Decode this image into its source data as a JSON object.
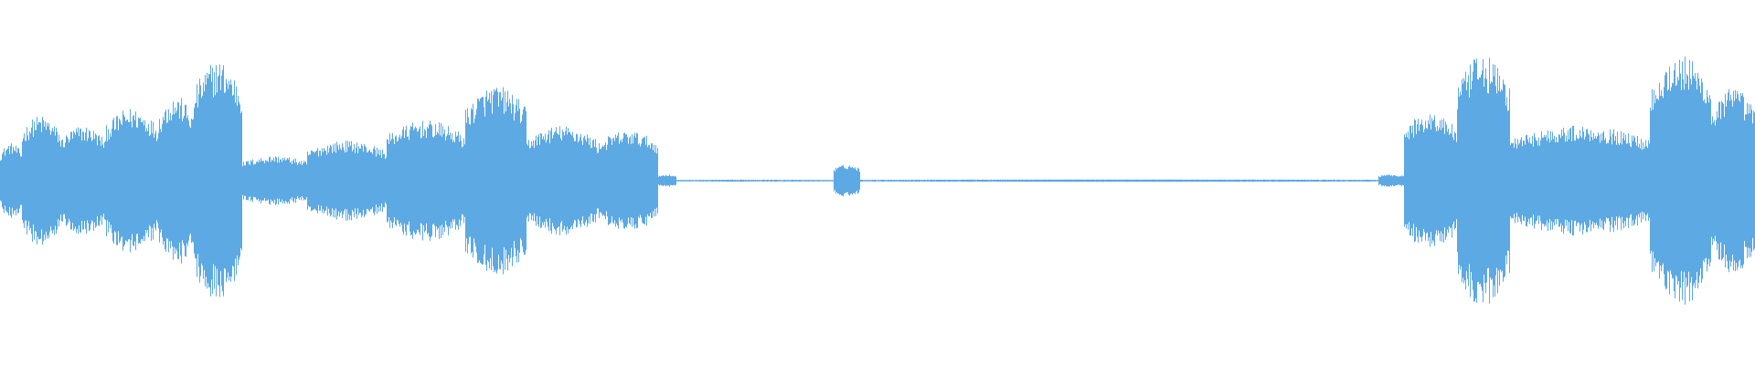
{
  "waveform": {
    "color": "#5DA9E3",
    "background": "#ffffff",
    "segments": [
      {
        "t0": 0.0,
        "t1": 0.012,
        "amp": 0.3
      },
      {
        "t0": 0.012,
        "t1": 0.034,
        "amp": 0.52
      },
      {
        "t0": 0.034,
        "t1": 0.06,
        "amp": 0.44
      },
      {
        "t0": 0.06,
        "t1": 0.09,
        "amp": 0.58
      },
      {
        "t0": 0.09,
        "t1": 0.11,
        "amp": 0.68
      },
      {
        "t0": 0.11,
        "t1": 0.138,
        "amp": 0.96
      },
      {
        "t0": 0.138,
        "t1": 0.175,
        "amp": 0.2
      },
      {
        "t0": 0.175,
        "t1": 0.22,
        "amp": 0.32
      },
      {
        "t0": 0.22,
        "t1": 0.265,
        "amp": 0.48
      },
      {
        "t0": 0.265,
        "t1": 0.3,
        "amp": 0.76
      },
      {
        "t0": 0.3,
        "t1": 0.34,
        "amp": 0.44
      },
      {
        "t0": 0.34,
        "t1": 0.375,
        "amp": 0.4
      },
      {
        "t0": 0.375,
        "t1": 0.385,
        "amp": 0.05
      },
      {
        "t0": 0.385,
        "t1": 0.475,
        "amp": 0.008
      },
      {
        "t0": 0.475,
        "t1": 0.49,
        "amp": 0.13
      },
      {
        "t0": 0.49,
        "t1": 0.785,
        "amp": 0.01
      },
      {
        "t0": 0.785,
        "t1": 0.8,
        "amp": 0.05
      },
      {
        "t0": 0.8,
        "t1": 0.83,
        "amp": 0.55
      },
      {
        "t0": 0.83,
        "t1": 0.86,
        "amp": 1.0
      },
      {
        "t0": 0.86,
        "t1": 0.94,
        "amp": 0.44
      },
      {
        "t0": 0.94,
        "t1": 0.975,
        "amp": 1.0
      },
      {
        "t0": 0.975,
        "t1": 1.0,
        "amp": 0.74
      }
    ]
  }
}
